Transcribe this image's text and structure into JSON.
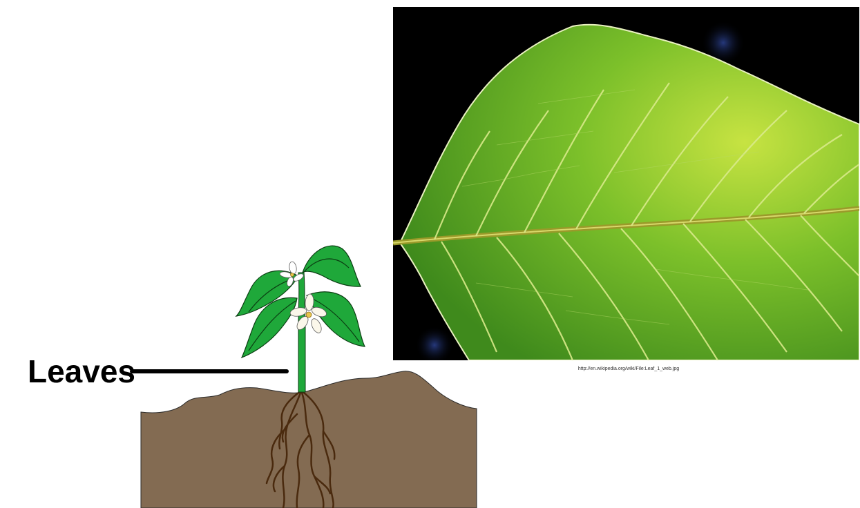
{
  "labels": {
    "leaves": "Leaves"
  },
  "photo": {
    "subject": "green leaf with vein network, backlit on black background",
    "credit": "http://en.wikipedia.org/wiki/File:Leaf_1_web.jpg"
  },
  "illustration": {
    "subject": "young plant with green leaves, white flowers, stem, soil and roots"
  },
  "colors": {
    "soil": "#836b52",
    "root": "#4a2a0e",
    "leaf": "#1fa83a",
    "leaf_outline": "#0b3d12",
    "flower": "#ffffff",
    "photo_background": "#000000",
    "photo_leaf": "#7cc02a",
    "label_text": "#000000"
  }
}
